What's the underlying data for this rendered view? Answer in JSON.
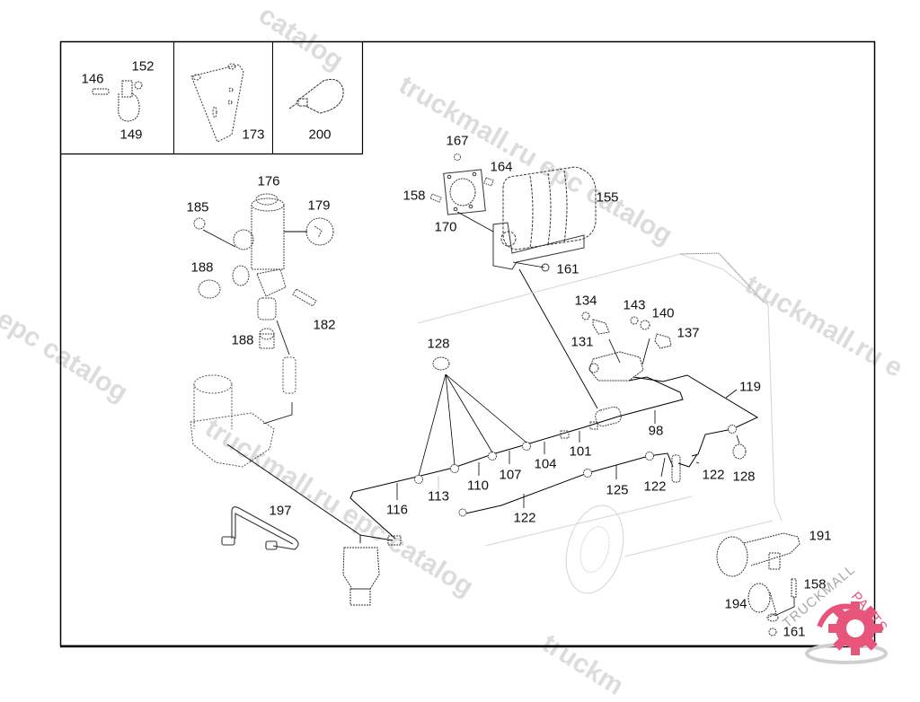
{
  "diagram": {
    "kind": "exploded parts diagram - compressed air system",
    "inset_panels": [
      {
        "parts": [
          "146",
          "152",
          "149"
        ]
      },
      {
        "parts": [
          "173"
        ]
      },
      {
        "parts": [
          "200"
        ]
      }
    ],
    "callouts": [
      {
        "id": "c146",
        "text": "146"
      },
      {
        "id": "c152",
        "text": "152"
      },
      {
        "id": "c149",
        "text": "149"
      },
      {
        "id": "c173",
        "text": "173"
      },
      {
        "id": "c200",
        "text": "200"
      },
      {
        "id": "c176",
        "text": "176"
      },
      {
        "id": "c185",
        "text": "185"
      },
      {
        "id": "c179",
        "text": "179"
      },
      {
        "id": "c188a",
        "text": "188"
      },
      {
        "id": "c182",
        "text": "182"
      },
      {
        "id": "c188b",
        "text": "188"
      },
      {
        "id": "c167",
        "text": "167"
      },
      {
        "id": "c164",
        "text": "164"
      },
      {
        "id": "c158a",
        "text": "158"
      },
      {
        "id": "c170",
        "text": "170"
      },
      {
        "id": "c155",
        "text": "155"
      },
      {
        "id": "c161a",
        "text": "161"
      },
      {
        "id": "c134",
        "text": "134"
      },
      {
        "id": "c143",
        "text": "143"
      },
      {
        "id": "c140",
        "text": "140"
      },
      {
        "id": "c137",
        "text": "137"
      },
      {
        "id": "c131",
        "text": "131"
      },
      {
        "id": "c128a",
        "text": "128"
      },
      {
        "id": "c119",
        "text": "119"
      },
      {
        "id": "c98",
        "text": "98"
      },
      {
        "id": "c101",
        "text": "101"
      },
      {
        "id": "c104",
        "text": "104"
      },
      {
        "id": "c107",
        "text": "107"
      },
      {
        "id": "c110",
        "text": "110"
      },
      {
        "id": "c113",
        "text": "113"
      },
      {
        "id": "c116",
        "text": "116"
      },
      {
        "id": "c125",
        "text": "125"
      },
      {
        "id": "c122a",
        "text": "122"
      },
      {
        "id": "c122b",
        "text": "122"
      },
      {
        "id": "c122c",
        "text": "122"
      },
      {
        "id": "c128b",
        "text": "128"
      },
      {
        "id": "c197",
        "text": "197"
      },
      {
        "id": "c191",
        "text": "191"
      },
      {
        "id": "c158b",
        "text": "158"
      },
      {
        "id": "c194",
        "text": "194"
      },
      {
        "id": "c161b",
        "text": "161"
      }
    ]
  },
  "watermarks": {
    "text1": "truckmall.ru epc catalog",
    "text2": "truckmall.ru epc catalog",
    "text3": "l epc catalog",
    "text4": "truckmall.ru e",
    "text5": "truckmall.ru epc catalog",
    "text6": "catalog",
    "text7": "truckm"
  },
  "logo": {
    "text_left": "TRUCKMALL",
    "text_right": "PARTS",
    "accent_color": "#e8557a",
    "gray_color": "#a8a8a8"
  }
}
